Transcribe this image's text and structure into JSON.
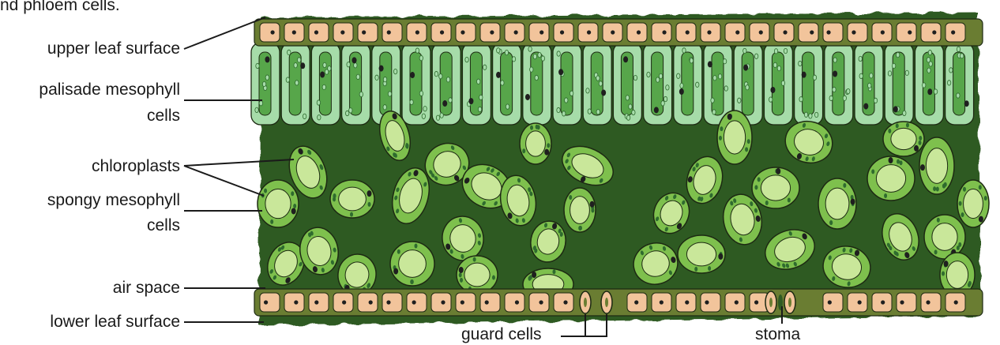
{
  "caption_fragment": "nd phloem cells.",
  "labels": {
    "upper_leaf_surface": "upper leaf surface",
    "palisade_line1": "palisade mesophyll",
    "palisade_line2": "cells",
    "chloroplasts": "chloroplasts",
    "spongy_line1": "spongy mesophyll",
    "spongy_line2": "cells",
    "air_space": "air space",
    "lower_leaf_surface": "lower leaf surface",
    "guard_cells": "guard cells",
    "stoma": "stoma"
  },
  "colors": {
    "leaf_background": "#2f5a23",
    "epidermis_cell": "#f2c49b",
    "epidermis_wall": "#6a7d32",
    "palisade_cell": "#a6dca9",
    "palisade_chloroplast": "#57a64a",
    "spongy_cell": "#7ec04d",
    "spongy_inner": "#c9e79a",
    "nucleus": "#1f1f1f",
    "outline": "#1d2a13"
  }
}
